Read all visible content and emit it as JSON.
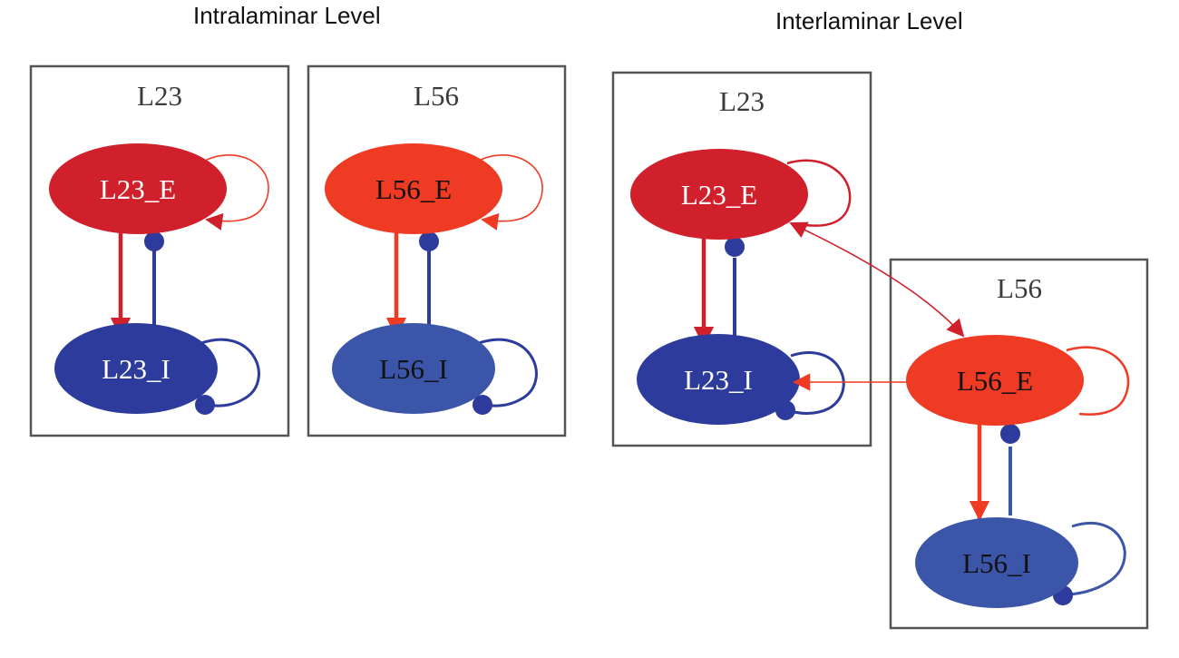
{
  "headings": {
    "intralaminar": "Intralaminar Level",
    "interlaminar": "Interlaminar Level"
  },
  "colors": {
    "red": "#cf202c",
    "orange_red": "#ef3b24",
    "blue": "#2c3b9c",
    "blue_light": "#3b55a8",
    "cluster_border": "#555555"
  },
  "intralaminar": {
    "clusters": [
      {
        "label": "L23",
        "nodes": {
          "excitatory": "L23_E",
          "inhibitory": "L23_I"
        }
      },
      {
        "label": "L56",
        "nodes": {
          "excitatory": "L56_E",
          "inhibitory": "L56_I"
        }
      }
    ]
  },
  "interlaminar": {
    "clusters": [
      {
        "label": "L23",
        "nodes": {
          "excitatory": "L23_E",
          "inhibitory": "L23_I"
        }
      },
      {
        "label": "L56",
        "nodes": {
          "excitatory": "L56_E",
          "inhibitory": "L56_I"
        }
      }
    ]
  }
}
